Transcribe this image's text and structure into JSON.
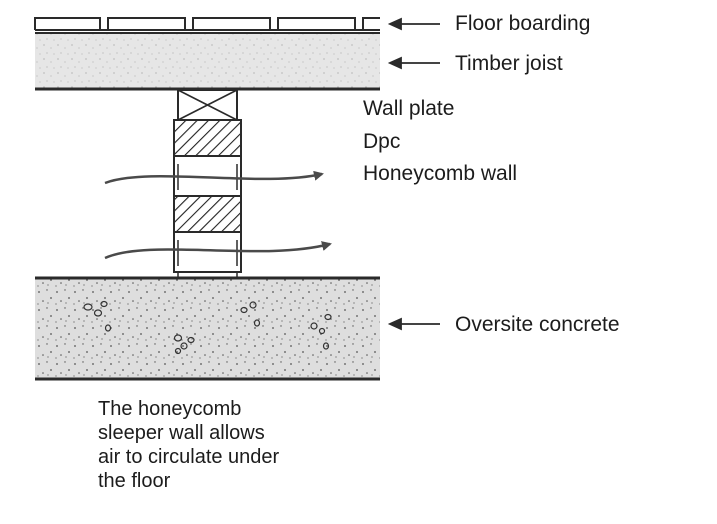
{
  "labels": {
    "floor_boarding": "Floor boarding",
    "timber_joist": "Timber joist",
    "wall_plate": "Wall plate",
    "dpc": "Dpc",
    "honeycomb_wall": "Honeycomb wall",
    "oversite_concrete": "Oversite concrete"
  },
  "caption": {
    "line1": "The honeycomb",
    "line2": "sleeper wall allows",
    "line3": "air to circulate under",
    "line4": "the floor"
  },
  "colors": {
    "ink": "#2a2a2a",
    "joist_fill": "#e4e4e4",
    "concrete_fill": "#dcdcdc",
    "arrow": "#4a4a4a"
  }
}
